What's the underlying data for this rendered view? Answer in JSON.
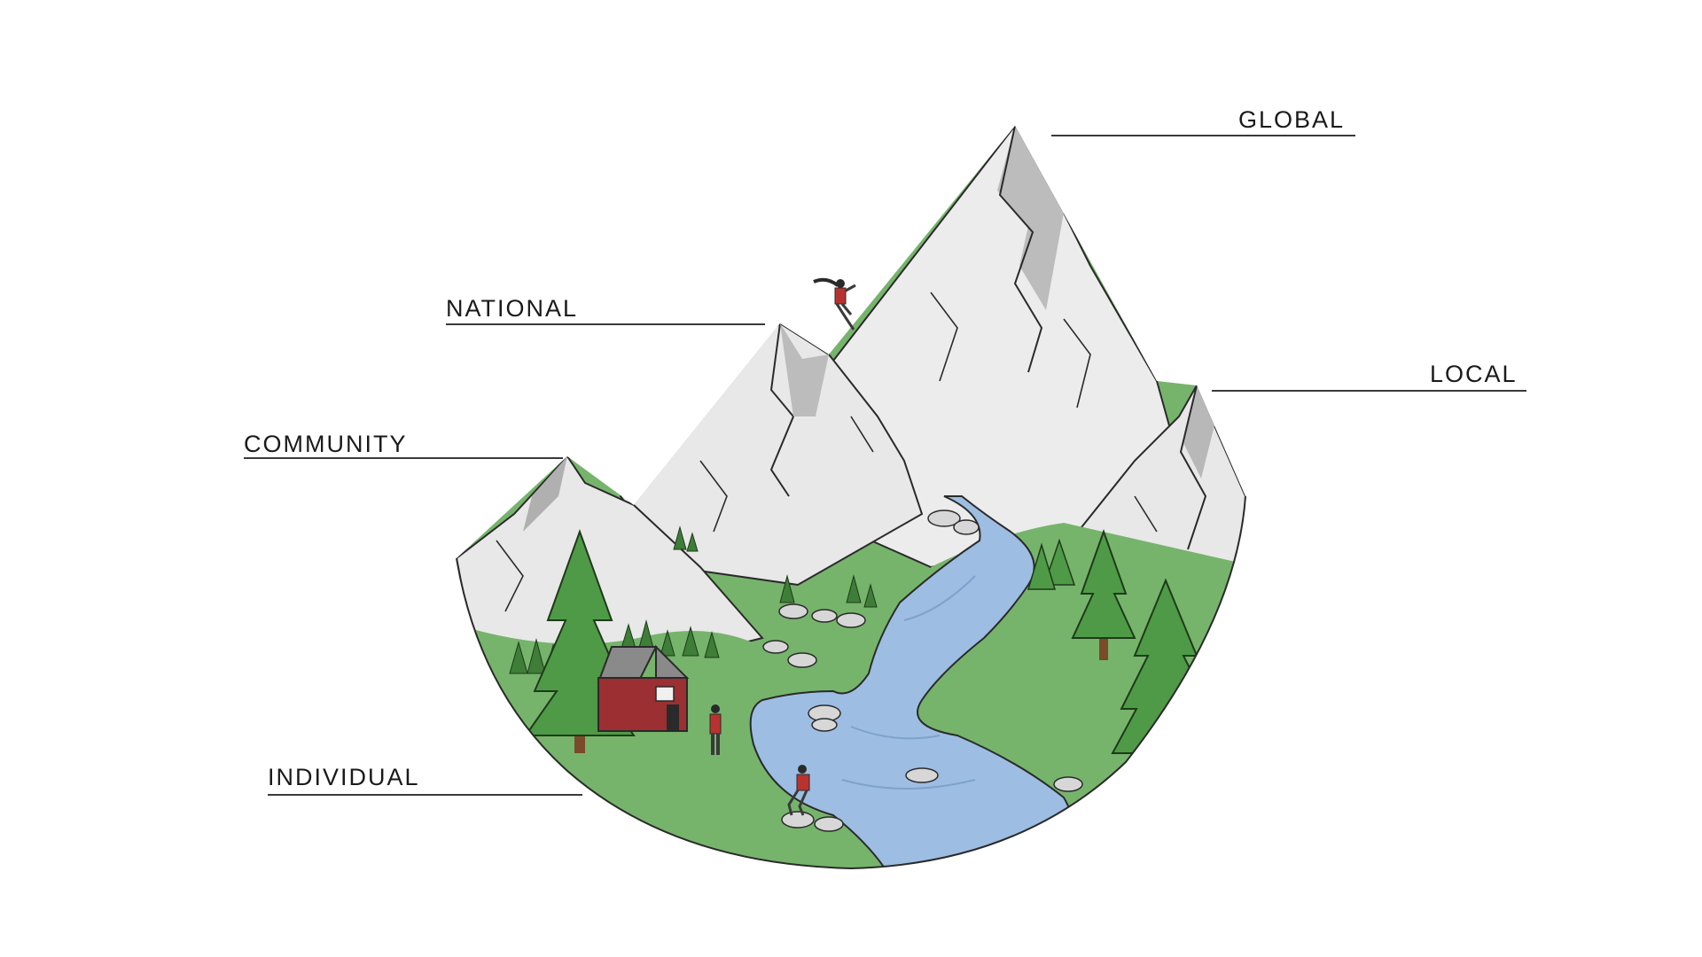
{
  "labels": {
    "global": "GLOBAL",
    "national": "NATIONAL",
    "local": "LOCAL",
    "community": "COMMUNITY",
    "individual": "INDIVIDUAL"
  },
  "colors": {
    "background": "#ffffff",
    "rock": "#e9e9e9",
    "rock_shadow": "#b8b8b8",
    "grass": "#76b46c",
    "river": "#9dbde2",
    "pine": "#4f9a46",
    "cabin": "#9c2f32",
    "outline": "#2a2a2a",
    "person_shirt": "#b8332f"
  },
  "icons": {
    "climber": "climber-figure",
    "cabin": "red-cabin",
    "standing_person": "standing-person",
    "sitting_person": "sitting-person"
  }
}
